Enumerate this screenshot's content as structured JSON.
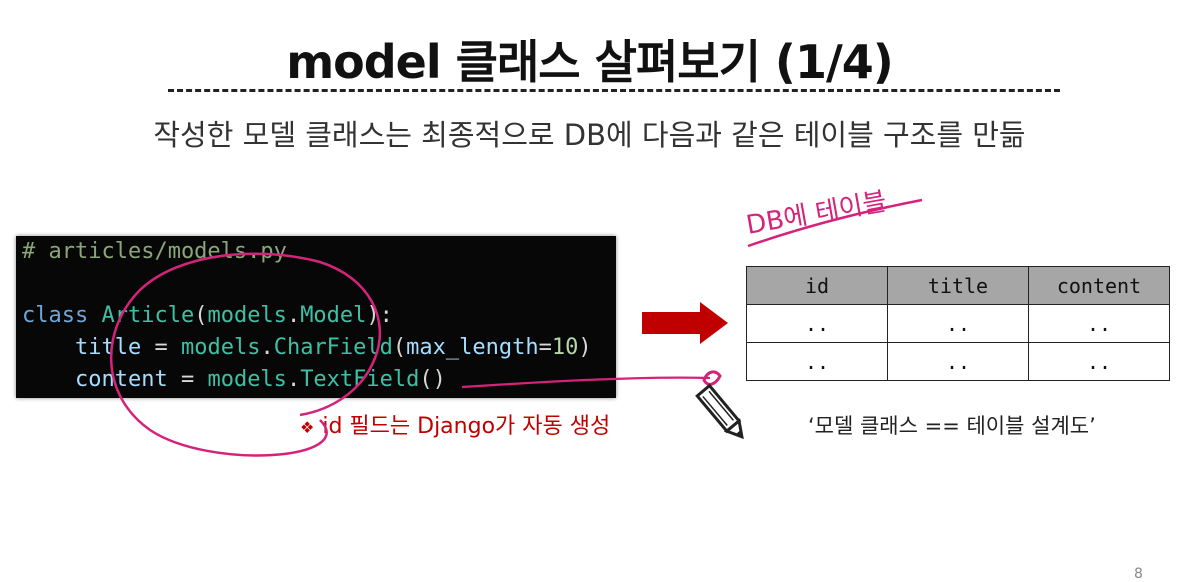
{
  "slide": {
    "title": "model 클래스 살펴보기 (1/4)",
    "subtitle": "작성한 모델 클래스는 최종적으로 DB에 다음과 같은 테이블 구조를 만듦",
    "page_number": "8"
  },
  "code": {
    "comment": "# articles/models.py",
    "kw_class": "class",
    "class_name": "Article",
    "paren_open": "(",
    "models": "models",
    "dot": ".",
    "model": "Model",
    "paren_close": "):",
    "indent": "    ",
    "title_field": "title",
    "eq": " = ",
    "charfield": "CharField",
    "maxlen_open": "(",
    "maxlen_kw": "max_length",
    "maxlen_eq": "=",
    "maxlen_val": "10",
    "maxlen_close": ")",
    "content_field": "content",
    "textfield": "TextField",
    "empty_call": "()"
  },
  "table": {
    "headers": [
      "id",
      "title",
      "content"
    ],
    "rows": [
      [
        "..",
        "..",
        ".."
      ],
      [
        "..",
        "..",
        ".."
      ]
    ]
  },
  "note": "id 필드는 Django가 자동 생성",
  "caption": "‘모델 클래스 == 테이블 설계도’",
  "handwriting": "DB에 테이블",
  "colors": {
    "arrow": "#c00000",
    "note": "#c00000",
    "ink": "#d4237a",
    "table_header": "#a6a6a6"
  }
}
